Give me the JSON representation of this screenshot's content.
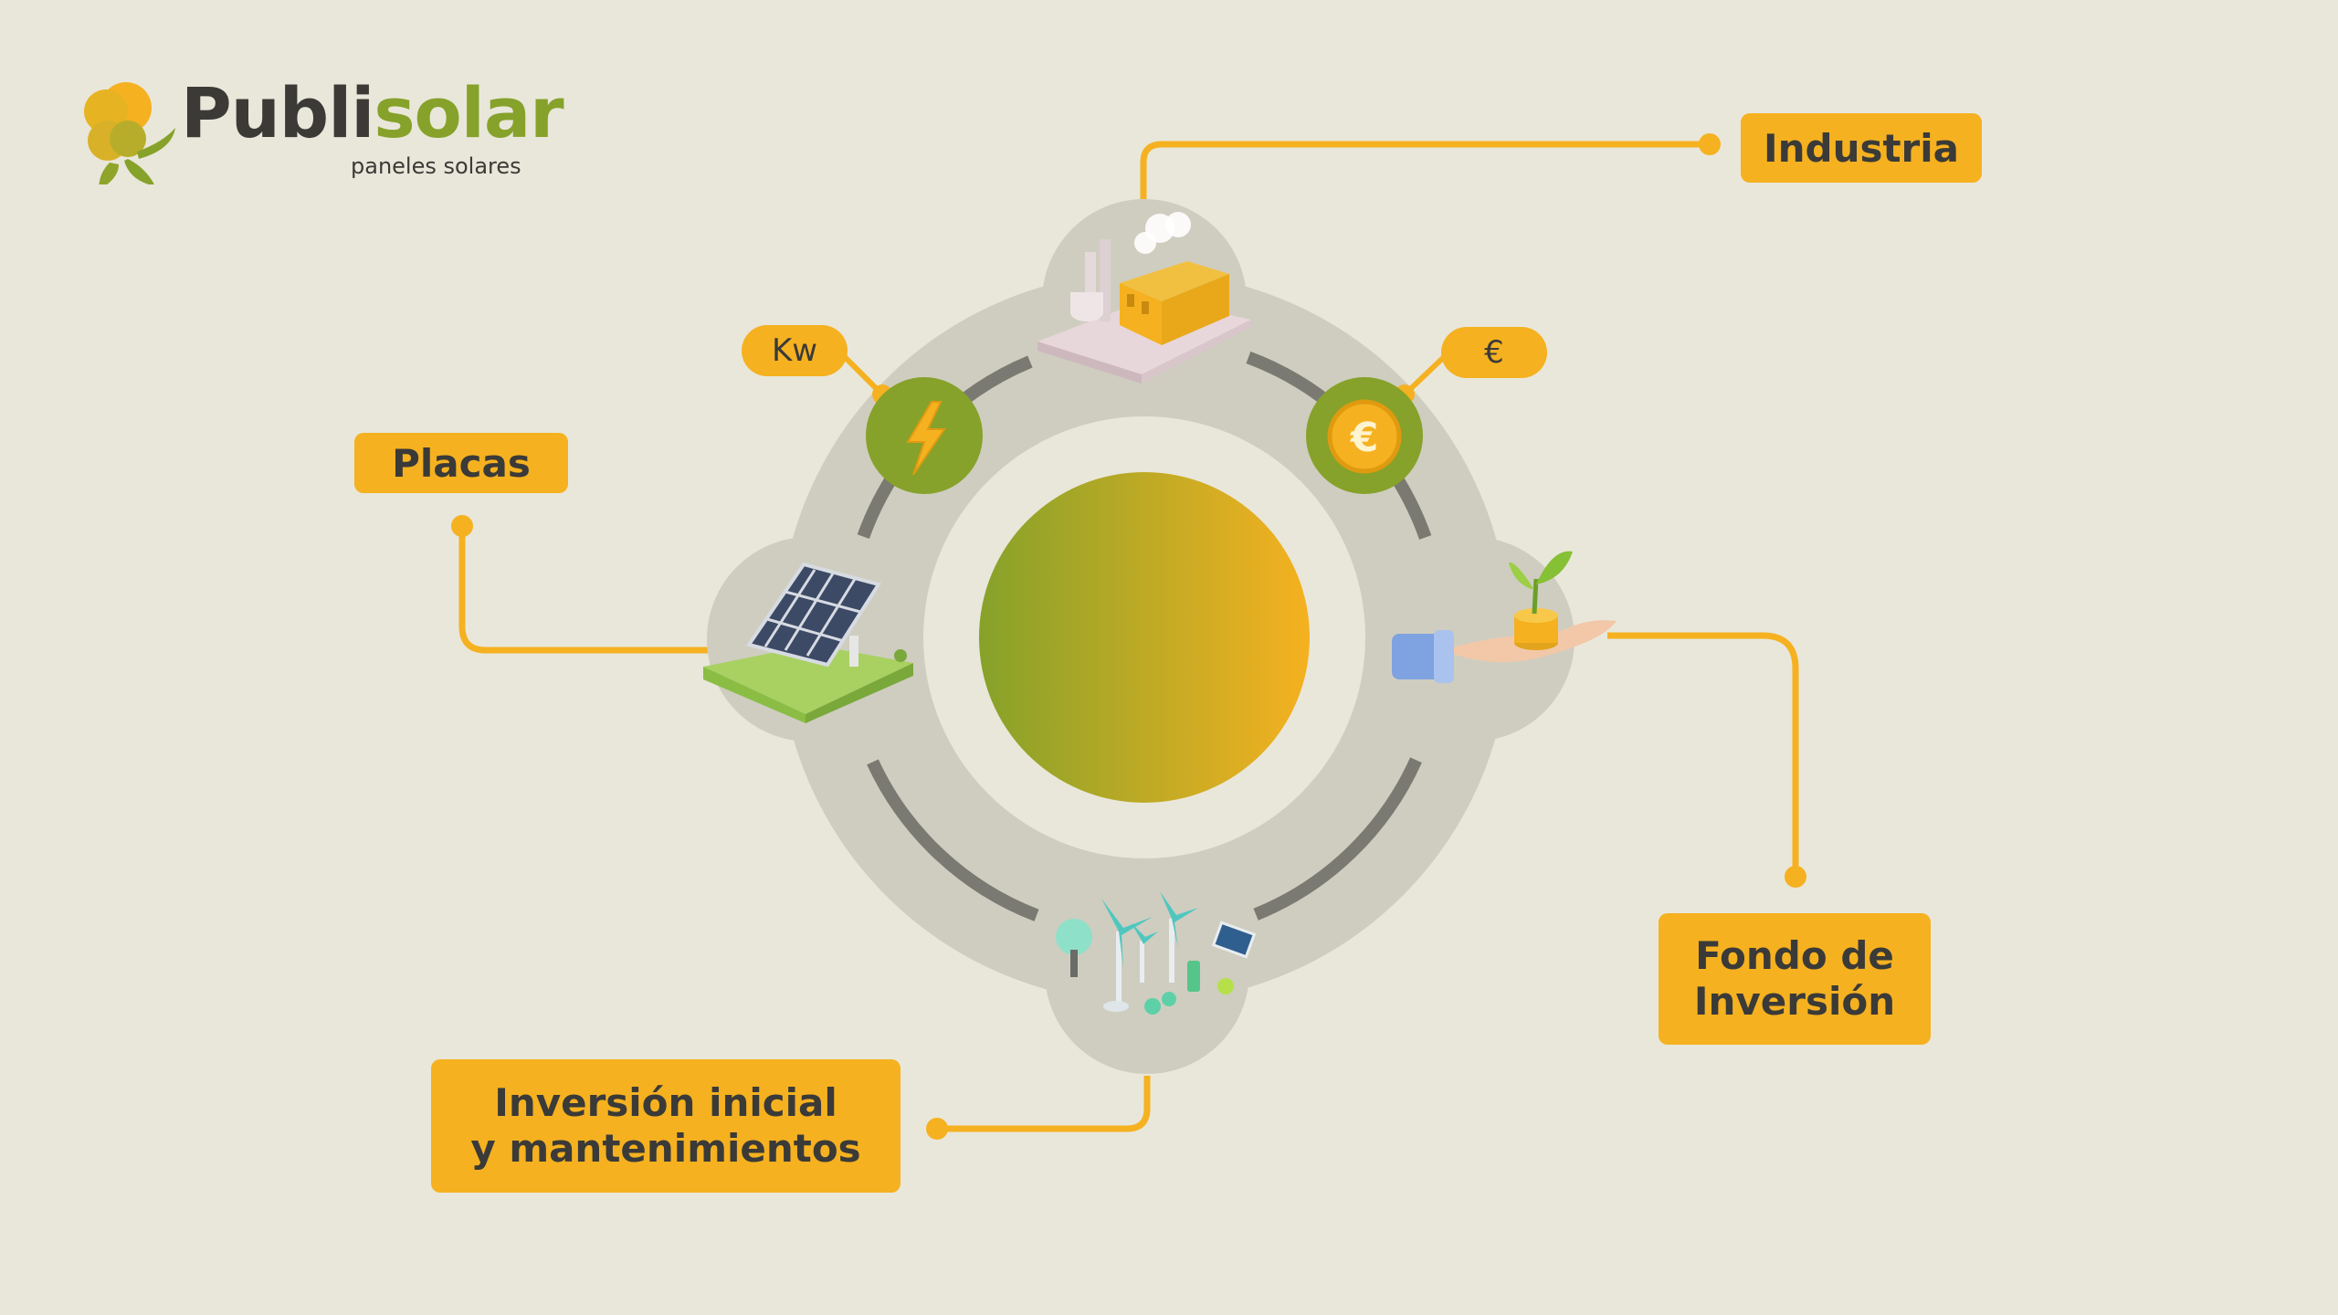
{
  "brand": {
    "name_part1": "Publi",
    "name_part2": "solar",
    "tagline": "paneles solares",
    "colors": {
      "green": "#86a22a",
      "yellow": "#f5b120",
      "dark": "#3c3a36"
    }
  },
  "diagram": {
    "nodes": [
      {
        "id": "industria",
        "label": "Industria",
        "icon": "factory-icon"
      },
      {
        "id": "fondo",
        "label": "Fondo de\nInversión",
        "icon": "hand-coins-plant-icon"
      },
      {
        "id": "inversion",
        "label": "Inversión inicial\ny mantenimientos",
        "icon": "wind-turbines-icon"
      },
      {
        "id": "placas",
        "label": "Placas",
        "icon": "solar-panel-icon"
      }
    ],
    "small_tags": {
      "kw": "Kw",
      "euro": "€"
    },
    "small_icons": [
      "lightning-icon",
      "euro-coin-icon"
    ],
    "colors": {
      "ring": "#cfcdc0",
      "arc": "#7a7a72",
      "center_from": "#86a22a",
      "center_to": "#f5b120",
      "connector": "#f5b120"
    }
  }
}
